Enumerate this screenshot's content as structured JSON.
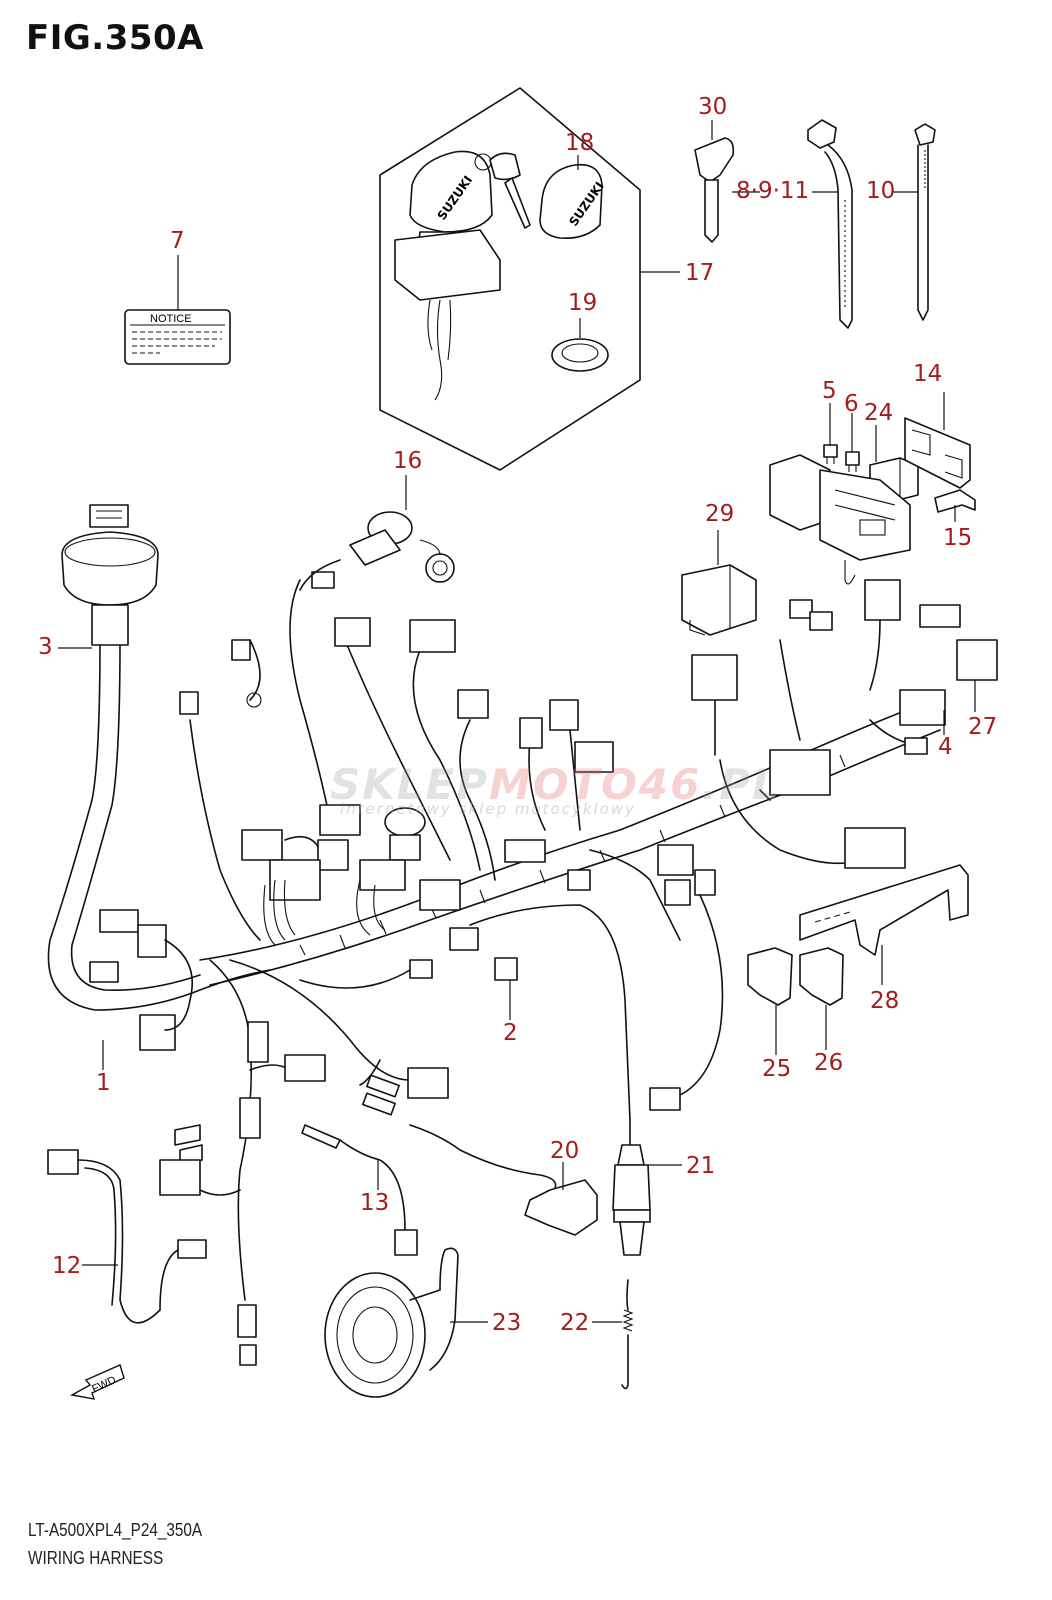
{
  "figure": {
    "title": "FIG.350A",
    "code": "LT-A500XPL4_P24_350A",
    "name": "WIRING HARNESS"
  },
  "colors": {
    "callout": "#a51c1c",
    "line": "#111111",
    "background": "#ffffff"
  },
  "labels": {
    "notice": "NOTICE",
    "fwd": "FWD",
    "brand": "SUZUKI"
  },
  "watermark": {
    "text_a": "SKLEP",
    "text_b": "MOTO46",
    "text_c": ".PL",
    "subtitle": "internetowy sklep motocyklowy"
  },
  "callouts": [
    {
      "id": "1",
      "label": "1"
    },
    {
      "id": "2",
      "label": "2"
    },
    {
      "id": "3",
      "label": "3"
    },
    {
      "id": "4",
      "label": "4"
    },
    {
      "id": "5",
      "label": "5"
    },
    {
      "id": "6",
      "label": "6"
    },
    {
      "id": "7",
      "label": "7"
    },
    {
      "id": "8-9-11",
      "label": "8·9·11"
    },
    {
      "id": "10",
      "label": "10"
    },
    {
      "id": "12",
      "label": "12"
    },
    {
      "id": "13",
      "label": "13"
    },
    {
      "id": "14",
      "label": "14"
    },
    {
      "id": "15",
      "label": "15"
    },
    {
      "id": "16",
      "label": "16"
    },
    {
      "id": "17",
      "label": "17"
    },
    {
      "id": "18",
      "label": "18"
    },
    {
      "id": "19",
      "label": "19"
    },
    {
      "id": "20",
      "label": "20"
    },
    {
      "id": "21",
      "label": "21"
    },
    {
      "id": "22",
      "label": "22"
    },
    {
      "id": "23",
      "label": "23"
    },
    {
      "id": "24",
      "label": "24"
    },
    {
      "id": "25",
      "label": "25"
    },
    {
      "id": "26",
      "label": "26"
    },
    {
      "id": "27",
      "label": "27"
    },
    {
      "id": "28",
      "label": "28"
    },
    {
      "id": "29",
      "label": "29"
    },
    {
      "id": "30",
      "label": "30"
    }
  ]
}
